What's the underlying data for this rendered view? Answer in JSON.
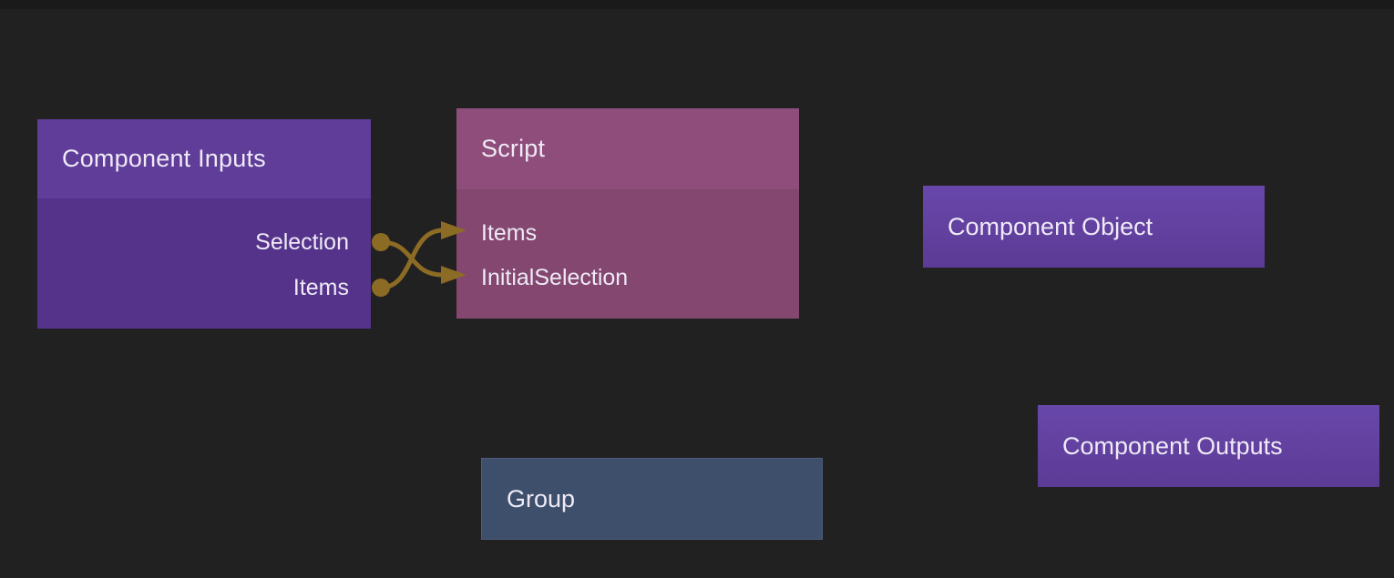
{
  "editor": {
    "type": "node-graph-canvas",
    "background_color": "#212121",
    "top_bar_color": "#1a1a1a",
    "text_color": "#efeaf6",
    "wire_color": "#8c6b24"
  },
  "nodes": {
    "component_inputs": {
      "title": "Component Inputs",
      "header_color": "#5f3d99",
      "body_color": "#55338b",
      "outputs": [
        "Selection",
        "Items"
      ]
    },
    "script": {
      "title": "Script",
      "header_color": "#8e4d7a",
      "body_color": "#834770",
      "inputs": [
        "Items",
        "InitialSelection"
      ]
    },
    "component_object": {
      "title": "Component Object",
      "color": "#6847ab"
    },
    "component_outputs": {
      "title": "Component Outputs",
      "color": "#6847ab"
    },
    "group": {
      "title": "Group",
      "color": "#3d4f6b"
    }
  },
  "connections": [
    {
      "from": "Component Inputs / Selection",
      "to": "Script / InitialSelection"
    },
    {
      "from": "Component Inputs / Items",
      "to": "Script / Items"
    }
  ]
}
